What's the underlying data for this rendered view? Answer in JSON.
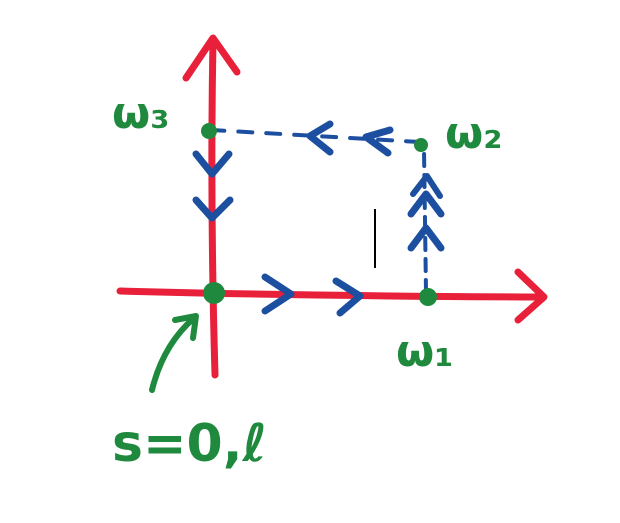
{
  "labels": {
    "w3": "ω₃",
    "w2": "ω₂",
    "w1": "ω₁",
    "s": "s=0,ℓ"
  },
  "colors": {
    "axis": "#e8203a",
    "path": "#1c4fa0",
    "points_and_text": "#1f8a3e",
    "cursor": "#000000"
  }
}
